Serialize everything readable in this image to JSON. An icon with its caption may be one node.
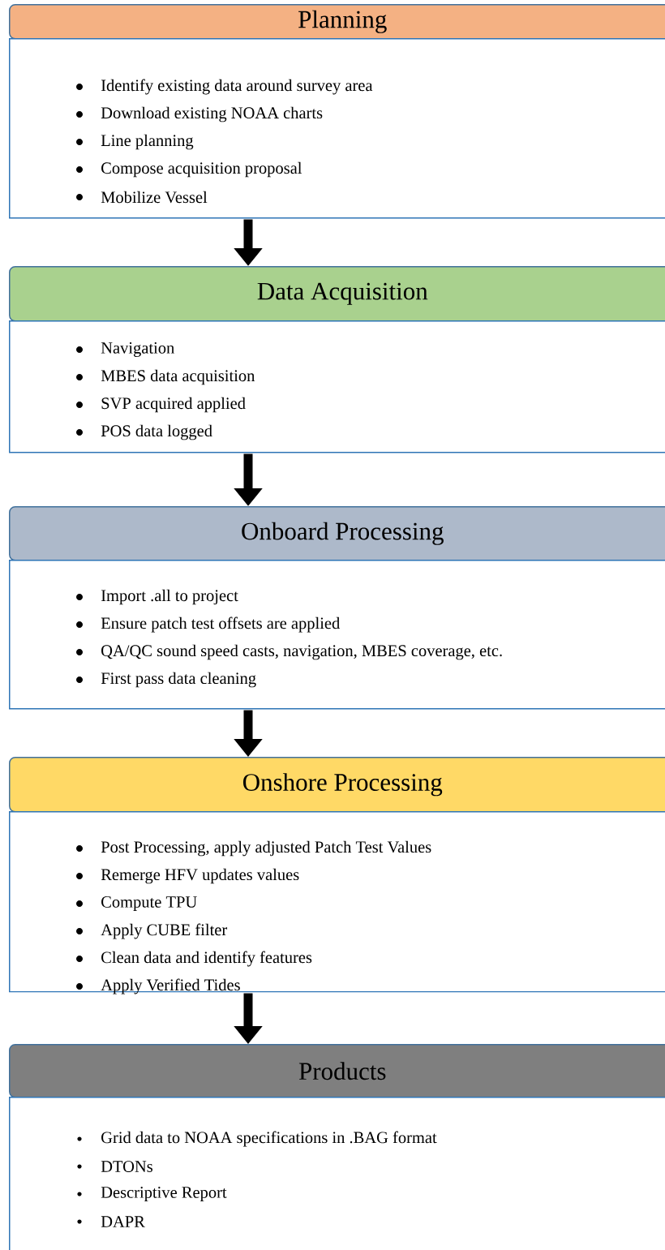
{
  "diagram": {
    "nodes": [
      {
        "text": [
          "Planning"
        ]
      },
      {
        "text": [
          "Identify existing data around survey area",
          "Download existing NOAA charts",
          "Line planning",
          "Compose acquisition proposal",
          "Mobilize Vessel"
        ]
      },
      {
        "text": [
          "Data Acquisition"
        ]
      },
      {
        "text": [
          "Navigation",
          "MBES data acquisition",
          "SVP acquired applied",
          "POS data logged"
        ]
      },
      {
        "text": [
          "Onboard Processing"
        ]
      },
      {
        "text": [
          "Import .all to project",
          "Ensure patch test offsets are applied",
          "QA/QC sound speed casts, navigation, MBES coverage, etc.",
          "First pass data cleaning"
        ]
      },
      {
        "text": [
          "Onshore Processing"
        ]
      },
      {
        "text": [
          "Post Processing, apply adjusted Patch Test Values",
          "Remerge HFV updates values",
          "Compute TPU",
          "Apply CUBE filter",
          "Clean data and identify features",
          "Apply Verified Tides"
        ]
      },
      {
        "text": [
          "Products"
        ]
      },
      {
        "text": [
          "Grid data to NOAA specifications in .BAG format",
          "DTONs",
          "Descriptive Report",
          "DAPR"
        ]
      }
    ],
    "edges": [
      {
        "from": 1,
        "to": 2,
        "arrow": "to"
      },
      {
        "from": 3,
        "to": 4,
        "arrow": "to"
      },
      {
        "from": 5,
        "to": 6,
        "arrow": "to"
      },
      {
        "from": 7,
        "to": 8,
        "arrow": "to"
      }
    ]
  }
}
